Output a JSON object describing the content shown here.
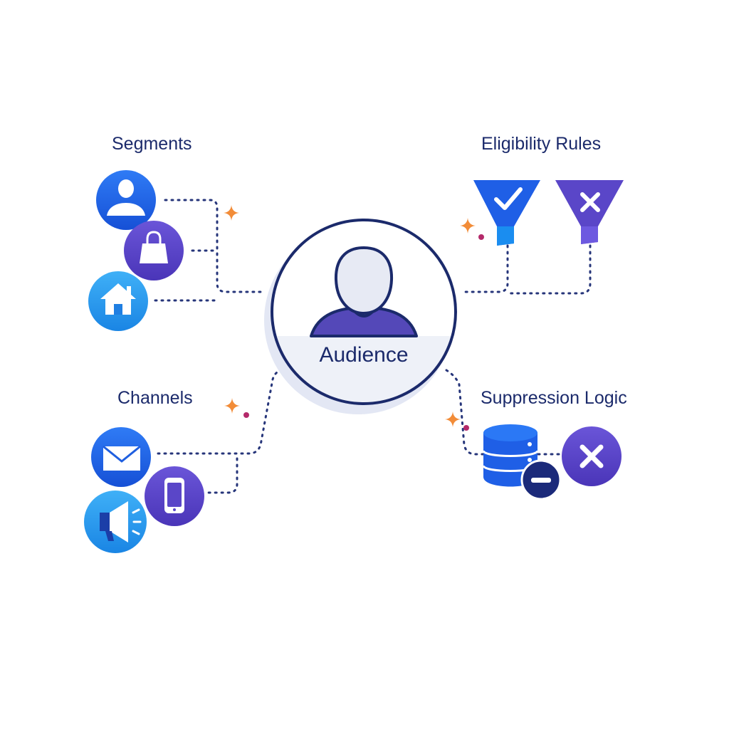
{
  "diagram": {
    "center_label": "Audience",
    "groups": {
      "segments": "Segments",
      "eligibility": "Eligibility Rules",
      "channels": "Channels",
      "suppression": "Suppression Logic"
    },
    "icons": {
      "segments": [
        "person-icon",
        "shopping-bag-icon",
        "home-icon"
      ],
      "eligibility": [
        "check-filter-icon",
        "x-filter-icon"
      ],
      "channels": [
        "envelope-icon",
        "mobile-phone-icon",
        "megaphone-icon"
      ],
      "suppression": [
        "database-minus-icon",
        "x-circle-icon"
      ]
    },
    "colors": {
      "navy": "#1b2a6b",
      "blue": "#1f63e8",
      "violet": "#5a46c8",
      "sky": "#1e9af0",
      "connector": "#26357a",
      "sparkle_orange": "#f28c38",
      "sparkle_dot": "#b42a6a"
    }
  }
}
